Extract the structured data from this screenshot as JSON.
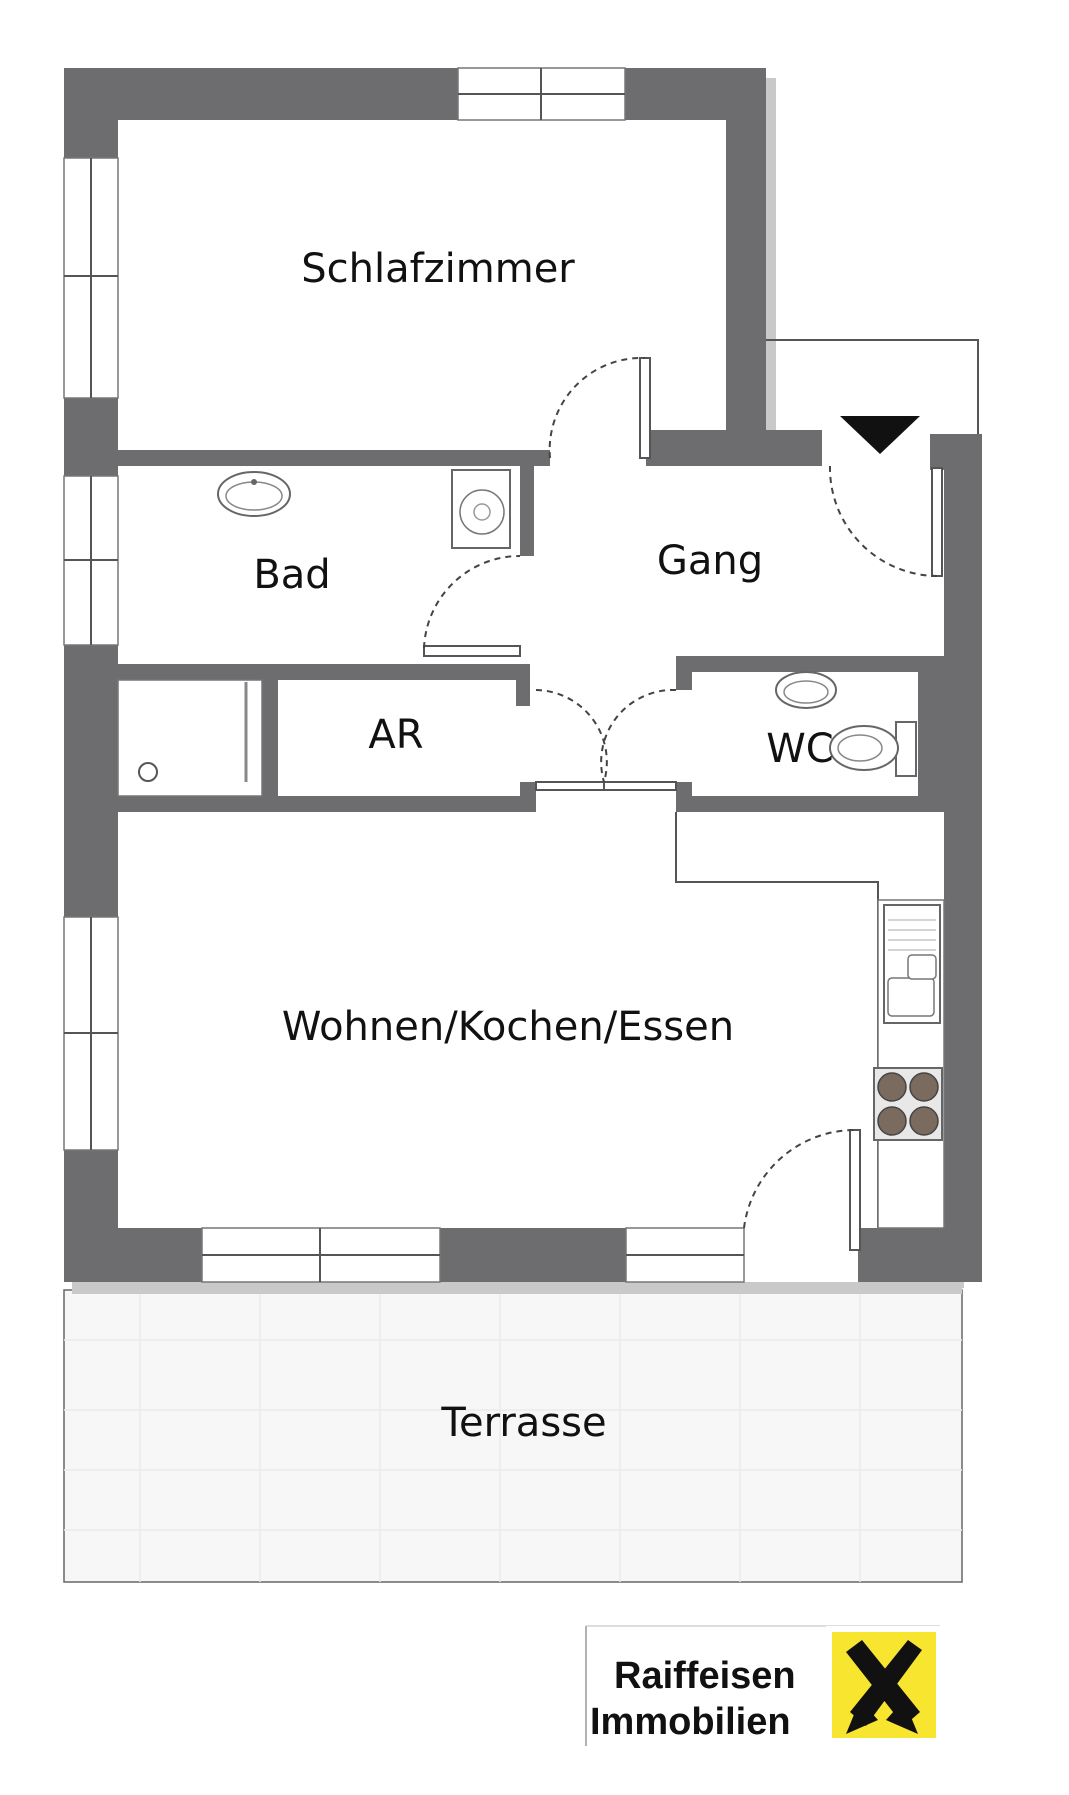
{
  "rooms": {
    "schlafzimmer": "Schlafzimmer",
    "bad": "Bad",
    "gang": "Gang",
    "ar": "AR",
    "wc": "WC",
    "wohnen": "Wohnen/Kochen/Essen",
    "terrasse": "Terrasse"
  },
  "logo": {
    "line1": "Raiffeisen",
    "line2": "Immobilien",
    "accent_color": "#f7e52f"
  },
  "colors": {
    "wall": "#6d6d70",
    "background": "#ffffff",
    "shadow": "#c9c9c9"
  },
  "icons": [
    "entrance-arrow-icon",
    "sink-icon",
    "toilet-icon",
    "washing-machine-icon",
    "shower-icon",
    "kitchen-sink-icon",
    "stove-icon",
    "raiffeisen-logo-icon"
  ]
}
